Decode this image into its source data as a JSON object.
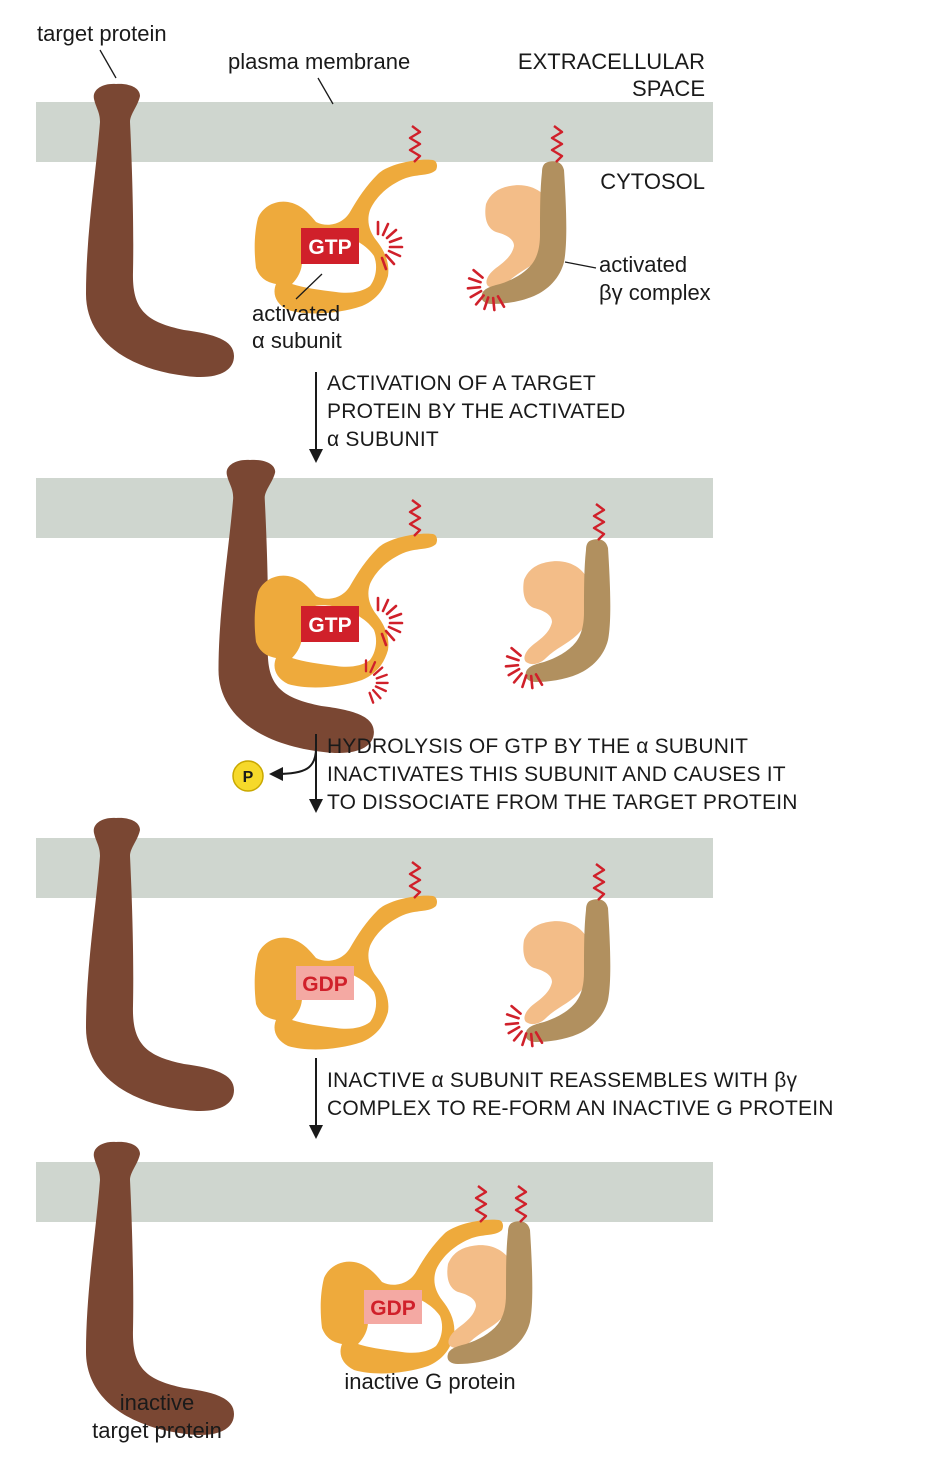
{
  "labels": {
    "target_protein": "target protein",
    "plasma_membrane": "plasma membrane",
    "extracellular_line1": "EXTRACELLULAR",
    "extracellular_line2": "SPACE",
    "cytosol": "CYTOSOL",
    "activated_alpha_line1": "activated",
    "activated_alpha_line2": "α subunit",
    "activated_bg_line1": "activated",
    "activated_bg_line2": "βγ complex",
    "inactive_target_line1": "inactive",
    "inactive_target_line2": "target protein",
    "inactive_g_protein": "inactive G protein"
  },
  "steps": [
    {
      "line1": "ACTIVATION OF A TARGET",
      "line2": "PROTEIN BY THE ACTIVATED",
      "line3": " α SUBUNIT"
    },
    {
      "line1": "HYDROLYSIS OF GTP BY THE α SUBUNIT",
      "line2": "INACTIVATES THIS SUBUNIT AND CAUSES IT",
      "line3": "TO DISSOCIATE FROM THE TARGET PROTEIN"
    },
    {
      "line1": "INACTIVE α SUBUNIT REASSEMBLES WITH βγ",
      "line2": "COMPLEX TO RE-FORM AN INACTIVE G PROTEIN"
    }
  ],
  "badges": {
    "gtp": "GTP",
    "gdp": "GDP",
    "phosphate": "P"
  },
  "colors": {
    "membrane": "#cfd6cf",
    "target_protein": "#7a4733",
    "alpha_subunit": "#eeaa3c",
    "beta_subunit": "#f3bd88",
    "gamma_subunit": "#b1905f",
    "gtp_badge": "#d0202a",
    "gdp_badge": "#f4a9a3",
    "phosphate": "#f6d92a",
    "activation_rays": "#d0202a"
  }
}
